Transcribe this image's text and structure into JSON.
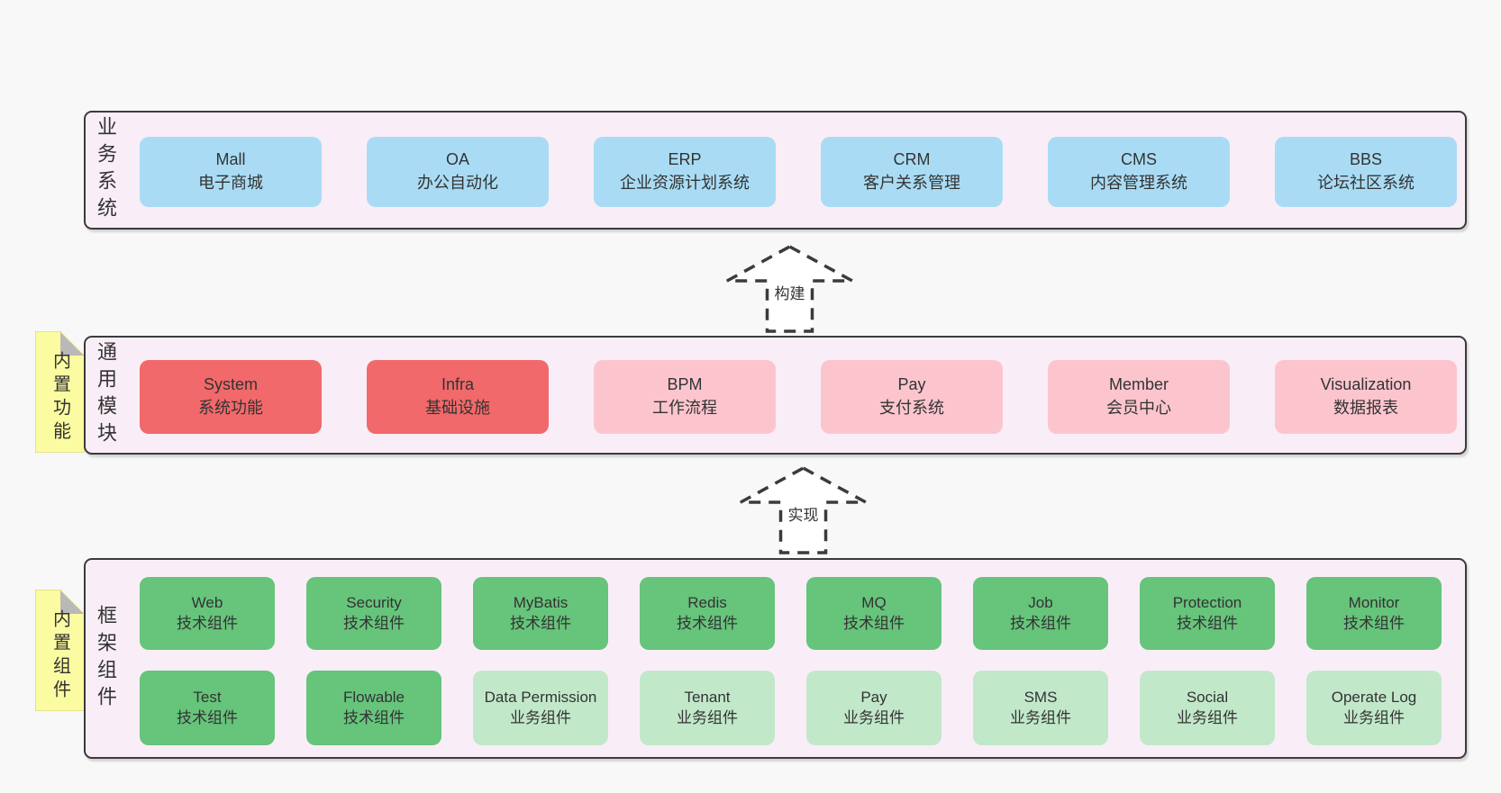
{
  "diagram": {
    "palette": {
      "page_bg": "#f8f8f8",
      "container_bg": "#f9eef7",
      "container_border": "#3b3b3b",
      "sticky_bg": "#fbfba1",
      "blue": "#a9dcf4",
      "red": "#f1696a",
      "pink": "#fcc5ce",
      "green_dark": "#66c47b",
      "green_light": "#c2e8ca"
    },
    "arrows": {
      "build": "构建",
      "implement": "实现"
    },
    "sections": {
      "business": {
        "label": "业务系统",
        "items": [
          {
            "en": "Mall",
            "zh": "电子商城",
            "color": "#a9dcf4"
          },
          {
            "en": "OA",
            "zh": "办公自动化",
            "color": "#a9dcf4"
          },
          {
            "en": "ERP",
            "zh": "企业资源计划系统",
            "color": "#a9dcf4"
          },
          {
            "en": "CRM",
            "zh": "客户关系管理",
            "color": "#a9dcf4"
          },
          {
            "en": "CMS",
            "zh": "内容管理系统",
            "color": "#a9dcf4"
          },
          {
            "en": "BBS",
            "zh": "论坛社区系统",
            "color": "#a9dcf4"
          }
        ]
      },
      "modules": {
        "label": "通用模块",
        "sticky": "内置功能",
        "items": [
          {
            "en": "System",
            "zh": "系统功能",
            "color": "#f1696a"
          },
          {
            "en": "Infra",
            "zh": "基础设施",
            "color": "#f1696a"
          },
          {
            "en": "BPM",
            "zh": "工作流程",
            "color": "#fcc5ce"
          },
          {
            "en": "Pay",
            "zh": "支付系统",
            "color": "#fcc5ce"
          },
          {
            "en": "Member",
            "zh": "会员中心",
            "color": "#fcc5ce"
          },
          {
            "en": "Visualization",
            "zh": "数据报表",
            "color": "#fcc5ce"
          }
        ]
      },
      "components": {
        "label": "框架组件",
        "sticky": "内置组件",
        "row1": [
          {
            "en": "Web",
            "zh": "技术组件",
            "color": "#66c47b"
          },
          {
            "en": "Security",
            "zh": "技术组件",
            "color": "#66c47b"
          },
          {
            "en": "MyBatis",
            "zh": "技术组件",
            "color": "#66c47b"
          },
          {
            "en": "Redis",
            "zh": "技术组件",
            "color": "#66c47b"
          },
          {
            "en": "MQ",
            "zh": "技术组件",
            "color": "#66c47b"
          },
          {
            "en": "Job",
            "zh": "技术组件",
            "color": "#66c47b"
          },
          {
            "en": "Protection",
            "zh": "技术组件",
            "color": "#66c47b"
          },
          {
            "en": "Monitor",
            "zh": "技术组件",
            "color": "#66c47b"
          }
        ],
        "row2": [
          {
            "en": "Test",
            "zh": "技术组件",
            "color": "#66c47b"
          },
          {
            "en": "Flowable",
            "zh": "技术组件",
            "color": "#66c47b"
          },
          {
            "en": "Data Permission",
            "zh": "业务组件",
            "color": "#c2e8ca"
          },
          {
            "en": "Tenant",
            "zh": "业务组件",
            "color": "#c2e8ca"
          },
          {
            "en": "Pay",
            "zh": "业务组件",
            "color": "#c2e8ca"
          },
          {
            "en": "SMS",
            "zh": "业务组件",
            "color": "#c2e8ca"
          },
          {
            "en": "Social",
            "zh": "业务组件",
            "color": "#c2e8ca"
          },
          {
            "en": "Operate Log",
            "zh": "业务组件",
            "color": "#c2e8ca"
          }
        ]
      }
    }
  }
}
